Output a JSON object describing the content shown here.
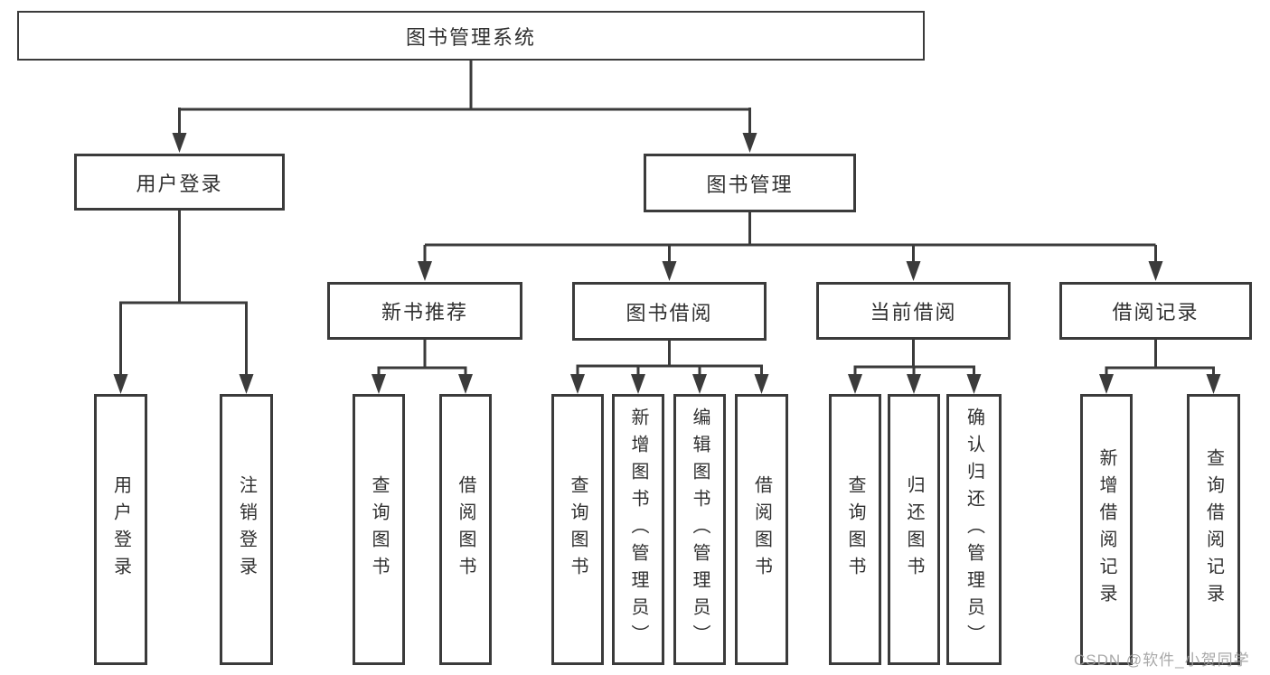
{
  "colors": {
    "line": "#3b3b3b",
    "text": "#303030",
    "background": "#ffffff",
    "watermark": "#9e9e9e"
  },
  "tree": {
    "root": {
      "label": "图书管理系统"
    },
    "level2": [
      {
        "label": "用户登录"
      },
      {
        "label": "图书管理"
      }
    ],
    "level3": [
      {
        "label": "新书推荐"
      },
      {
        "label": "图书借阅"
      },
      {
        "label": "当前借阅"
      },
      {
        "label": "借阅记录"
      }
    ],
    "leaves": {
      "user_login": [
        {
          "label": "用户登录"
        },
        {
          "label": "注销登录"
        }
      ],
      "new_book": [
        {
          "label": "查询图书"
        },
        {
          "label": "借阅图书"
        }
      ],
      "book_borrow": [
        {
          "label": "查询图书"
        },
        {
          "label": "新增图书（管理员）"
        },
        {
          "label": "编辑图书（管理员）"
        },
        {
          "label": "借阅图书"
        }
      ],
      "current_borrow": [
        {
          "label": "查询图书"
        },
        {
          "label": "归还图书"
        },
        {
          "label": "确认归还（管理员）"
        }
      ],
      "borrow_history": [
        {
          "label": "新增借阅记录"
        },
        {
          "label": "查询借阅记录"
        }
      ]
    }
  },
  "watermark": {
    "text": "CSDN @软件_小贺同学"
  }
}
